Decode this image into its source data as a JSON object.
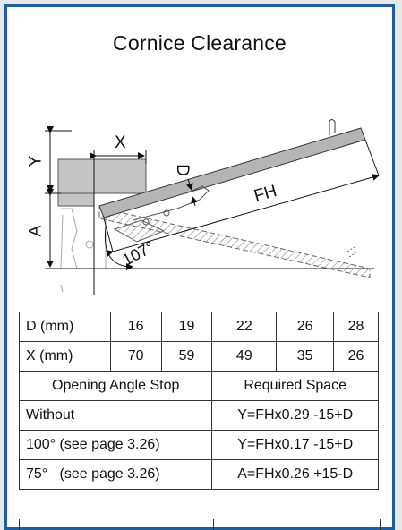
{
  "title": "Cornice Clearance",
  "diagram": {
    "labels": {
      "y": "Y",
      "x": "X",
      "d": "D",
      "a": "A",
      "fh": "FH",
      "angle": "107°"
    },
    "colors": {
      "lid": "#b5b5b5",
      "block": "#c4c4c4",
      "line": "#111111",
      "accent": "#1f5f9e"
    }
  },
  "table": {
    "d_row": {
      "label": "D (mm)",
      "values": [
        "16",
        "19",
        "22",
        "26",
        "28"
      ]
    },
    "x_row": {
      "label": "X (mm)",
      "values": [
        "70",
        "59",
        "49",
        "35",
        "26"
      ]
    },
    "header": {
      "left": "Opening Angle Stop",
      "right": "Required Space"
    },
    "rows": [
      {
        "stop": "Without",
        "space": "Y=FHx0.29 -15+D"
      },
      {
        "stop": "100° (see page 3.26)",
        "space": "Y=FHx0.17 -15+D"
      },
      {
        "stop": "75°   (see page 3.26)",
        "space": "A=FHx0.26 +15-D"
      }
    ]
  }
}
